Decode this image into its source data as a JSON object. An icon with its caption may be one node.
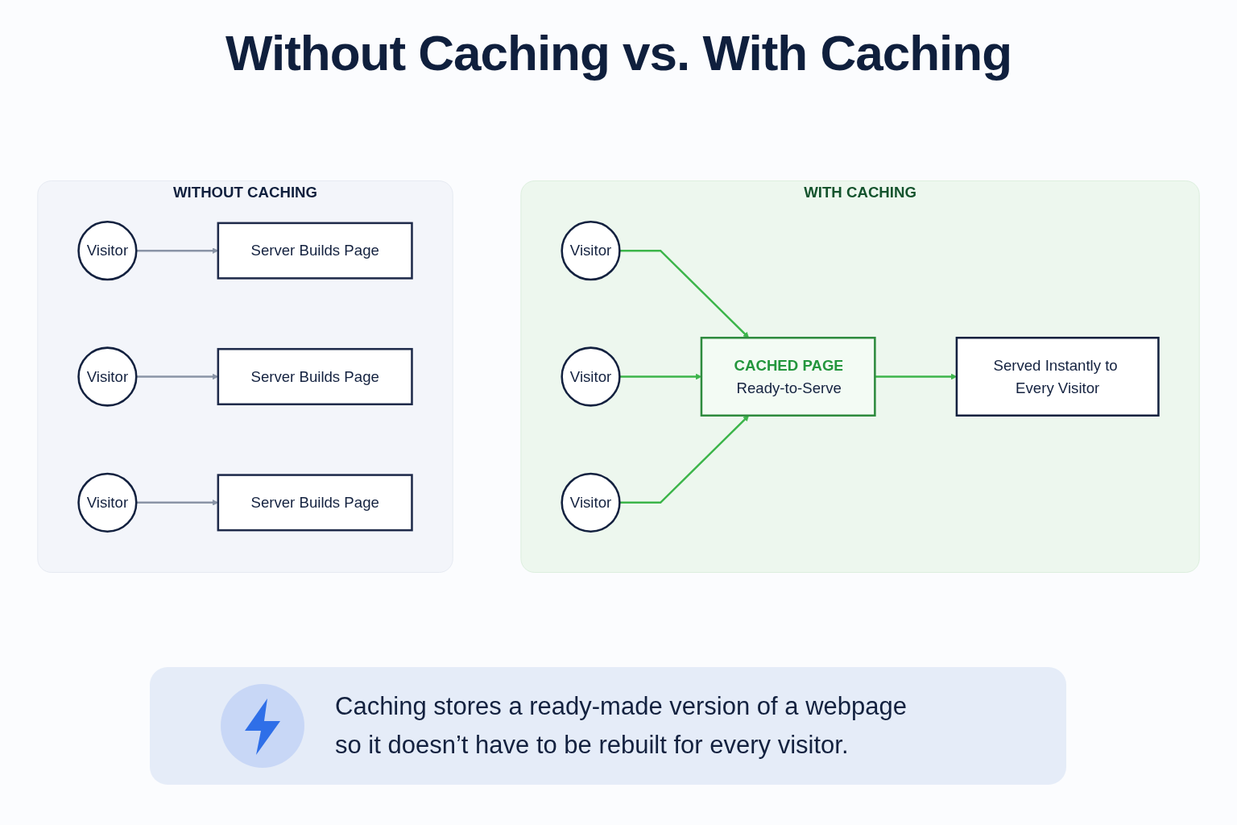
{
  "diagram": {
    "title": "Without Caching vs. With Caching",
    "nodes": [
      {
        "text": [
          "WITHOUT CACHING"
        ]
      },
      {
        "text": [
          "Visitor"
        ],
        "in": 0
      },
      {
        "text": [
          "Server Builds Page"
        ],
        "in": 0
      },
      {
        "text": [
          "Visitor"
        ],
        "in": 0
      },
      {
        "text": [
          "Server Builds Page"
        ],
        "in": 0
      },
      {
        "text": [
          "Visitor"
        ],
        "in": 0
      },
      {
        "text": [
          "Server Builds Page"
        ],
        "in": 0
      },
      {
        "text": [
          "WITH CACHING"
        ]
      },
      {
        "text": [
          "Visitor"
        ],
        "in": 7
      },
      {
        "text": [
          "Visitor"
        ],
        "in": 7
      },
      {
        "text": [
          "Visitor"
        ],
        "in": 7
      },
      {
        "text": [
          "CACHED PAGE",
          "Ready-to-Serve"
        ],
        "in": 7
      },
      {
        "text": [
          "Served Instantly to Every Visitor"
        ],
        "in": 7
      }
    ],
    "edges": [
      {
        "from": 1,
        "to": 2,
        "arrow": "to",
        "color": "#8a94a6"
      },
      {
        "from": 3,
        "to": 4,
        "arrow": "to",
        "color": "#8a94a6"
      },
      {
        "from": 5,
        "to": 6,
        "arrow": "to",
        "color": "#8a94a6"
      },
      {
        "from": 8,
        "to": 11,
        "arrow": "to"
      },
      {
        "from": 9,
        "to": 11,
        "arrow": "to"
      },
      {
        "from": 10,
        "to": 11,
        "arrow": "to"
      },
      {
        "from": 11,
        "to": 12,
        "arrow": "to"
      }
    ],
    "caption": "Caching stores a ready-made version of a webpage so it doesn’t have to be rebuilt for every visitor."
  }
}
